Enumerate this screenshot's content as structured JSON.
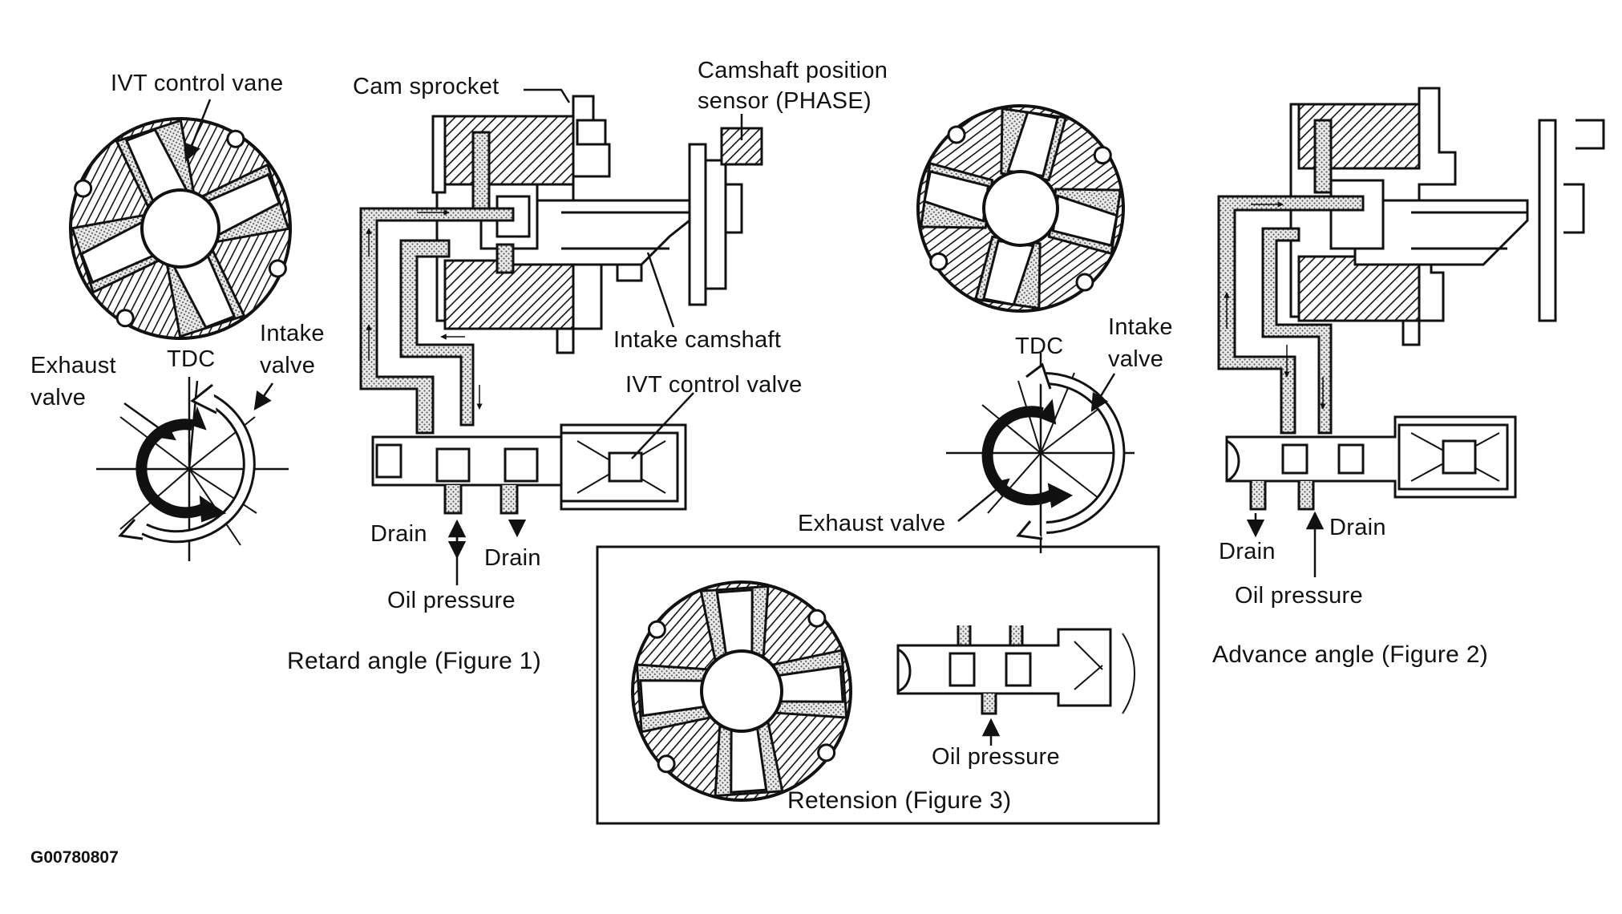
{
  "figure_code": "G00780807",
  "labels": {
    "ivt_control_vane": "IVT control vane",
    "cam_sprocket": "Cam sprocket",
    "camshaft_sensor_1": "Camshaft position",
    "camshaft_sensor_2": "sensor (PHASE)",
    "exhaust_1": "Exhaust",
    "exhaust_2": "valve",
    "tdc_left": "TDC",
    "intake_left_1": "Intake",
    "intake_left_2": "valve",
    "intake_camshaft": "Intake camshaft",
    "ivt_control_valve": "IVT control valve",
    "drain_l1": "Drain",
    "drain_l2": "Drain",
    "oil_pressure_left": "Oil pressure",
    "tdc_mid": "TDC",
    "intake_mid_1": "Intake",
    "intake_mid_2": "valve",
    "exhaust_valve_mid": "Exhaust valve",
    "drain_r1": "Drain",
    "drain_r2": "Drain",
    "oil_pressure_right": "Oil pressure",
    "oil_pressure_box": "Oil pressure"
  },
  "captions": {
    "figure1": "Retard angle (Figure 1)",
    "figure2": "Advance angle (Figure 2)",
    "figure3": "Retension (Figure 3)"
  }
}
